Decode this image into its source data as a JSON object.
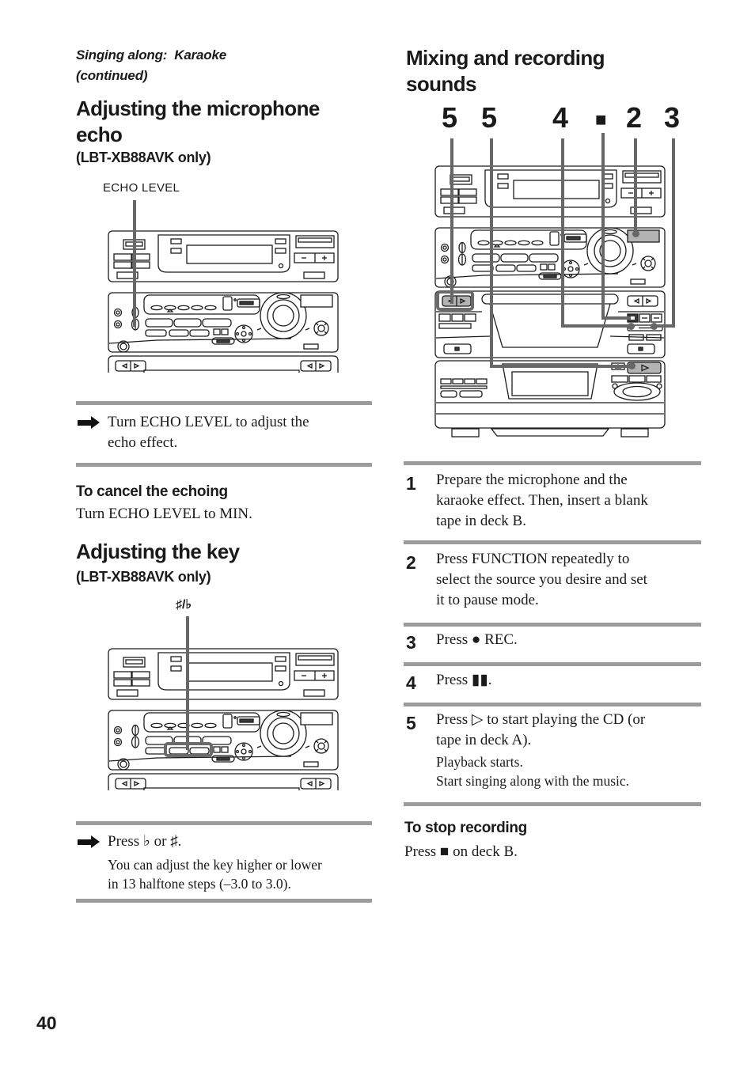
{
  "page": {
    "number": "40"
  },
  "left": {
    "continued_line1": "Singing along:  Karaoke",
    "continued_line2": "(continued)",
    "echo": {
      "title1": "Adjusting the microphone",
      "title2": "echo",
      "model": "(LBT-XB88AVK only)",
      "diagram_label": "ECHO LEVEL",
      "tip1": "Turn ECHO LEVEL to adjust the",
      "tip2": "echo effect.",
      "cancel_heading": "To cancel the echoing",
      "cancel_body": "Turn ECHO LEVEL to MIN."
    },
    "key": {
      "title": "Adjusting the key",
      "model": "(LBT-XB88AVK only)",
      "diagram_label": "♯/♭",
      "tip": "Press ♭ or ♯.",
      "note1": "You can adjust the key higher or lower",
      "note2": "in 13 halftone steps (–3.0 to 3.0)."
    }
  },
  "right": {
    "title1": "Mixing and recording",
    "title2": "sounds",
    "callouts": {
      "c1": "5",
      "c2": "5",
      "c3": "4",
      "c4": "■",
      "c5": "2",
      "c6": "3"
    },
    "steps": [
      {
        "num": "1",
        "line1": "Prepare the microphone and the",
        "line2": "karaoke effect. Then, insert a blank",
        "line3": "tape in deck B."
      },
      {
        "num": "2",
        "line1": "Press FUNCTION repeatedly to",
        "line2": "select the source you desire and set",
        "line3": "it to pause mode."
      },
      {
        "num": "3",
        "line1": "Press ● REC."
      },
      {
        "num": "4",
        "line1": "Press ▮▮."
      },
      {
        "num": "5",
        "line1": "Press ▷ to start playing the CD (or",
        "line2": "tape in deck A).",
        "note1": "Playback starts.",
        "note2": "Start singing along with the music."
      }
    ],
    "stop_heading": "To stop recording",
    "stop_body": "Press ■ on deck B."
  }
}
